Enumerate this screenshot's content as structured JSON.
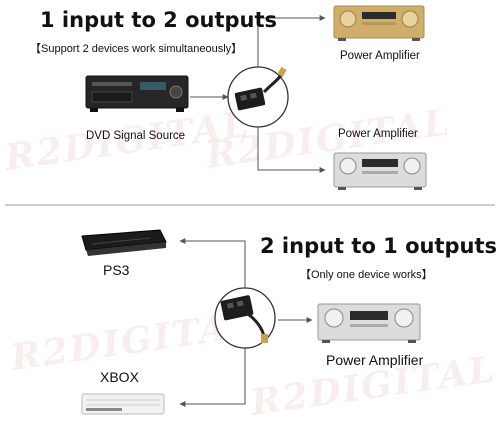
{
  "top": {
    "heading": "1 input to 2 outputs",
    "note": "【Support 2 devices work simultaneously】",
    "source_label": "DVD Signal Source",
    "output1_label": "Power Amplifier",
    "output2_label": "Power Amplifier"
  },
  "bottom": {
    "heading": "2 input to 1 outputs",
    "note": "【Only one device works】",
    "input1_label": "PS3",
    "input2_label": "XBOX",
    "output_label": "Power Amplifier"
  },
  "watermark": "R2DIGITAL",
  "colors": {
    "line": "#555555",
    "divider": "#bbbbbb",
    "device_gold": "#c8a664",
    "device_silver": "#d9d9d9",
    "device_dark": "#222222"
  }
}
